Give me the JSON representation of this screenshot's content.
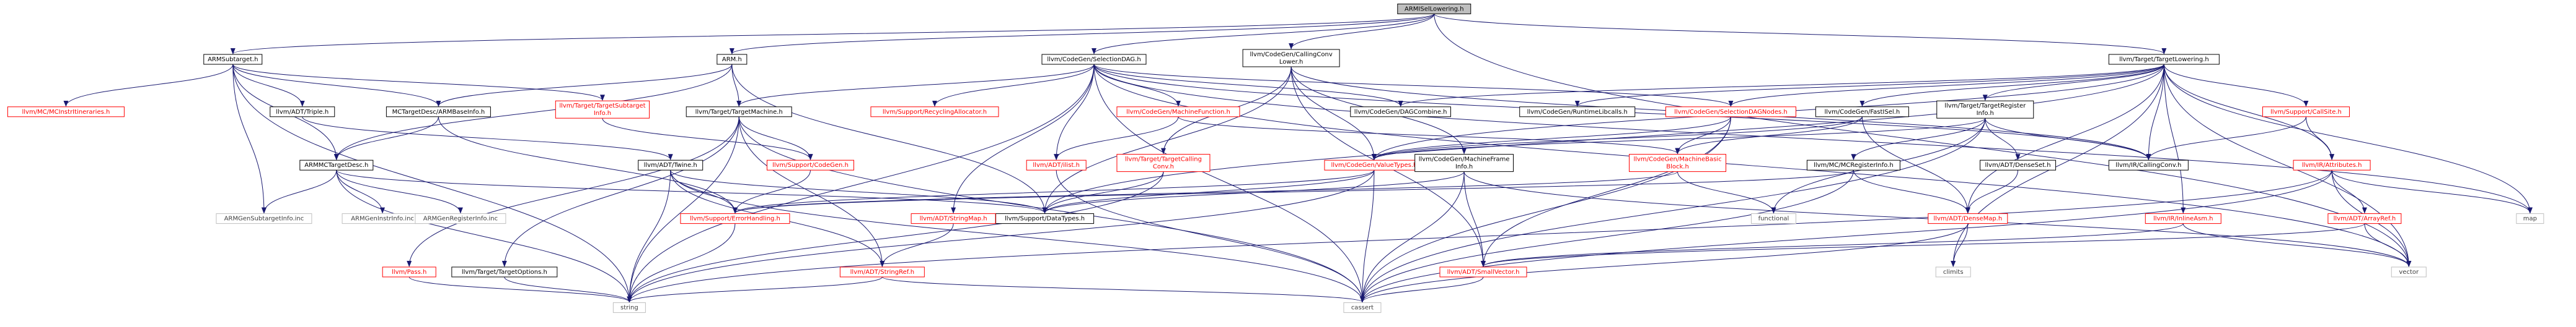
{
  "colors": {
    "edge": "#191970",
    "node_border_default": "#000000",
    "node_border_missing": "#bfbfbf",
    "node_border_red": "#ff0000",
    "node_text_red": "#ff0000",
    "node_fill_root": "#bfbfbf",
    "node_fill_default": "#ffffff",
    "text_default": "#000000",
    "text_missing": "#404040"
  },
  "nodes": [
    {
      "id": "root",
      "lines": [
        "ARMISelLowering.h"
      ],
      "style": "root"
    },
    {
      "id": "armsubtarget",
      "lines": [
        "ARMSubtarget.h"
      ],
      "style": "normal"
    },
    {
      "id": "armh",
      "lines": [
        "ARM.h"
      ],
      "style": "normal"
    },
    {
      "id": "selectiondag",
      "lines": [
        "llvm/CodeGen/SelectionDAG.h"
      ],
      "style": "normal"
    },
    {
      "id": "callingconvlower",
      "lines": [
        "llvm/CodeGen/CallingConv",
        "Lower.h"
      ],
      "style": "normal"
    },
    {
      "id": "targetlowering",
      "lines": [
        "llvm/Target/TargetLowering.h"
      ],
      "style": "normal"
    },
    {
      "id": "mcinstritineraries",
      "lines": [
        "llvm/MC/MCInstrItineraries.h"
      ],
      "style": "red"
    },
    {
      "id": "triple",
      "lines": [
        "llvm/ADT/Triple.h"
      ],
      "style": "normal"
    },
    {
      "id": "armbaseinfo",
      "lines": [
        "MCTargetDesc/ARMBaseInfo.h"
      ],
      "style": "normal"
    },
    {
      "id": "targetsubtargetinfo",
      "lines": [
        "llvm/Target/TargetSubtarget",
        "Info.h"
      ],
      "style": "red"
    },
    {
      "id": "targetmachine",
      "lines": [
        "llvm/Target/TargetMachine.h"
      ],
      "style": "normal"
    },
    {
      "id": "recyclingallocator",
      "lines": [
        "llvm/Support/RecyclingAllocator.h"
      ],
      "style": "red"
    },
    {
      "id": "machinefunction",
      "lines": [
        "llvm/CodeGen/MachineFunction.h"
      ],
      "style": "red"
    },
    {
      "id": "dagcombine",
      "lines": [
        "llvm/CodeGen/DAGCombine.h"
      ],
      "style": "normal"
    },
    {
      "id": "runtimelibcalls",
      "lines": [
        "llvm/CodeGen/RuntimeLibcalls.h"
      ],
      "style": "normal"
    },
    {
      "id": "selectiondagnodes",
      "lines": [
        "llvm/CodeGen/SelectionDAGNodes.h"
      ],
      "style": "red"
    },
    {
      "id": "fastisel",
      "lines": [
        "llvm/CodeGen/FastISel.h"
      ],
      "style": "normal"
    },
    {
      "id": "targetregisterinfo",
      "lines": [
        "llvm/Target/TargetRegister",
        "Info.h"
      ],
      "style": "normal"
    },
    {
      "id": "callsite",
      "lines": [
        "llvm/Support/CallSite.h"
      ],
      "style": "red"
    },
    {
      "id": "armmctargetdesc",
      "lines": [
        "ARMMCTargetDesc.h"
      ],
      "style": "normal"
    },
    {
      "id": "twine",
      "lines": [
        "llvm/ADT/Twine.h"
      ],
      "style": "normal"
    },
    {
      "id": "codegen",
      "lines": [
        "llvm/Support/CodeGen.h"
      ],
      "style": "red"
    },
    {
      "id": "ilist",
      "lines": [
        "llvm/ADT/ilist.h"
      ],
      "style": "red"
    },
    {
      "id": "targetcallingconv",
      "lines": [
        "llvm/Target/TargetCalling",
        "Conv.h"
      ],
      "style": "red"
    },
    {
      "id": "valuetypes",
      "lines": [
        "llvm/CodeGen/ValueTypes.h"
      ],
      "style": "red"
    },
    {
      "id": "machineframeinfo",
      "lines": [
        "llvm/CodeGen/MachineFrame",
        "Info.h"
      ],
      "style": "normal"
    },
    {
      "id": "machinebasicblock",
      "lines": [
        "llvm/CodeGen/MachineBasic",
        "Block.h"
      ],
      "style": "red"
    },
    {
      "id": "mcregisterinfo",
      "lines": [
        "llvm/MC/MCRegisterInfo.h"
      ],
      "style": "normal"
    },
    {
      "id": "densetset",
      "lines": [
        "llvm/ADT/DenseSet.h"
      ],
      "style": "normal"
    },
    {
      "id": "callingconv",
      "lines": [
        "llvm/IR/CallingConv.h"
      ],
      "style": "normal"
    },
    {
      "id": "attributes",
      "lines": [
        "llvm/IR/Attributes.h"
      ],
      "style": "red"
    },
    {
      "id": "armgensubtargetinfo",
      "lines": [
        "ARMGenSubtargetInfo.inc"
      ],
      "style": "missing"
    },
    {
      "id": "armgeninstrinfo",
      "lines": [
        "ARMGenInstrInfo.inc"
      ],
      "style": "missing"
    },
    {
      "id": "armgenregisterinfo",
      "lines": [
        "ARMGenRegisterInfo.inc"
      ],
      "style": "missing"
    },
    {
      "id": "errorhandling",
      "lines": [
        "llvm/Support/ErrorHandling.h"
      ],
      "style": "red"
    },
    {
      "id": "datatypes",
      "lines": [
        "llvm/Support/DataTypes.h"
      ],
      "style": "normal"
    },
    {
      "id": "stringmap",
      "lines": [
        "llvm/ADT/StringMap.h"
      ],
      "style": "red"
    },
    {
      "id": "densemap",
      "lines": [
        "llvm/ADT/DenseMap.h"
      ],
      "style": "red"
    },
    {
      "id": "inlineasm",
      "lines": [
        "llvm/IR/InlineAsm.h"
      ],
      "style": "red"
    },
    {
      "id": "arrayref",
      "lines": [
        "llvm/ADT/ArrayRef.h"
      ],
      "style": "red"
    },
    {
      "id": "functional",
      "lines": [
        "functional"
      ],
      "style": "missing"
    },
    {
      "id": "map",
      "lines": [
        "map"
      ],
      "style": "missing"
    },
    {
      "id": "targetoptions",
      "lines": [
        "llvm/Target/TargetOptions.h"
      ],
      "style": "normal"
    },
    {
      "id": "pass",
      "lines": [
        "llvm/Pass.h"
      ],
      "style": "red"
    },
    {
      "id": "stringref",
      "lines": [
        "llvm/ADT/StringRef.h"
      ],
      "style": "red"
    },
    {
      "id": "smallvector",
      "lines": [
        "llvm/ADT/SmallVector.h"
      ],
      "style": "red"
    },
    {
      "id": "climits",
      "lines": [
        "climits"
      ],
      "style": "missing"
    },
    {
      "id": "vector",
      "lines": [
        "vector"
      ],
      "style": "missing"
    },
    {
      "id": "string",
      "lines": [
        "string"
      ],
      "style": "missing"
    },
    {
      "id": "cassert",
      "lines": [
        "cassert"
      ],
      "style": "missing"
    }
  ]
}
